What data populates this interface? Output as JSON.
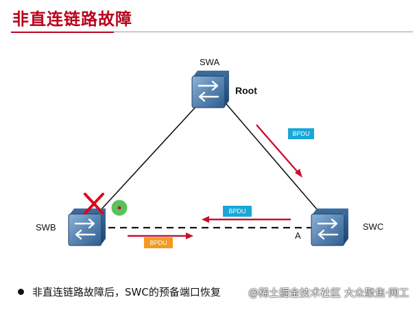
{
  "title": "非直连链路故障",
  "switches": {
    "swa": {
      "name": "SWA",
      "role": "Root"
    },
    "swb": {
      "name": "SWB"
    },
    "swc": {
      "name": "SWC",
      "port": "A"
    }
  },
  "bpdu_labels": {
    "swa_to_swc": "BPDU",
    "swc_to_swb": "BPDU",
    "swb_to_swc": "BPDU"
  },
  "bullet": {
    "text": "非直连链路故障后，SWC的预备端口恢复"
  },
  "watermark": "@稀土掘金技术社区 大众聚焦·网工",
  "colors": {
    "title": "#b8001b",
    "arrow": "#c8102e",
    "bpdu_blue": "#1aa7d8",
    "bpdu_orange": "#f39a1e",
    "fault_x": "#e0001a",
    "port_green": "#59c25a"
  },
  "icons": {
    "fault": "x-mark-icon",
    "port": "green-port-icon",
    "switch": "switch-icon"
  }
}
